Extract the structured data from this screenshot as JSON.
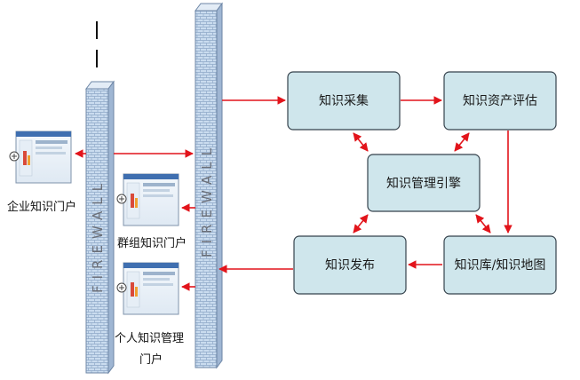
{
  "firewall": {
    "left_label": "FIREWALL",
    "right_label": "FIREWALL"
  },
  "portals": {
    "enterprise": "企业知识门户",
    "group": "群组知识门户",
    "personal_line1": "个人知识管理",
    "personal_line2": "门户"
  },
  "process": {
    "collect": "知识采集",
    "assess": "知识资产评估",
    "engine": "知识管理引擎",
    "repository": "知识库/知识地图",
    "publish": "知识发布"
  },
  "colors": {
    "arrow": "#e2141b",
    "box_fill": "#cfe6ec",
    "box_stroke": "#35424c",
    "firewall_fill": "#c9dcef",
    "firewall_pattern": "#8fa9c9"
  }
}
